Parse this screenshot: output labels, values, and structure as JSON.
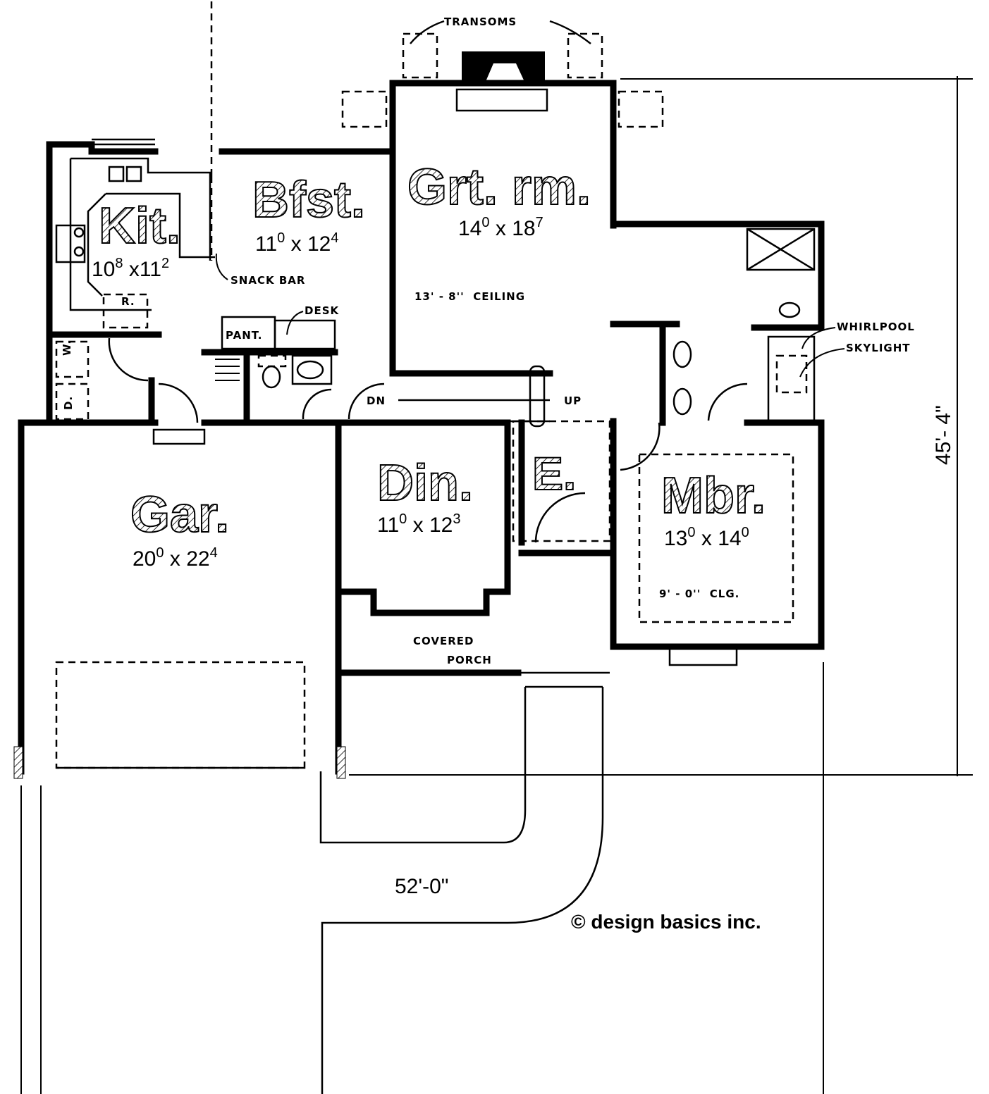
{
  "plan": {
    "rooms": {
      "kitchen": {
        "label": "Kit.",
        "w": "10",
        "w_in": "8",
        "d": "11",
        "d_in": "2"
      },
      "breakfast": {
        "label": "Bfst.",
        "w": "11",
        "w_in": "0",
        "d": "12",
        "d_in": "4"
      },
      "great_room": {
        "label": "Grt. rm.",
        "w": "14",
        "w_in": "0",
        "d": "18",
        "d_in": "7",
        "ceiling": "13' - 8''  CEILING"
      },
      "garage": {
        "label": "Gar.",
        "w": "20",
        "w_in": "0",
        "d": "22",
        "d_in": "4"
      },
      "dining": {
        "label": "Din.",
        "w": "11",
        "w_in": "0",
        "d": "12",
        "d_in": "3"
      },
      "entry": {
        "label": "E."
      },
      "master_bedroom": {
        "label": "Mbr.",
        "w": "13",
        "w_in": "0",
        "d": "14",
        "d_in": "0",
        "ceiling": "9' - 0''  CLG."
      }
    },
    "x_sep": "x",
    "notes": {
      "transoms": "TRANSOMS",
      "snack_bar": "SNACK BAR",
      "desk": "DESK",
      "pantry": "PANT.",
      "refrigerator": "R.",
      "washer": "W.",
      "dryer": "D.",
      "stairs_down": "DN",
      "stairs_up": "UP",
      "covered_porch_1": "COVERED",
      "covered_porch_2": "PORCH",
      "whirlpool": "WHIRLPOOL",
      "skylight": "SKYLIGHT"
    },
    "dimensions": {
      "overall_width": "52'-0\"",
      "overall_depth": "45'- 4\""
    },
    "copyright": "© design basics inc."
  }
}
